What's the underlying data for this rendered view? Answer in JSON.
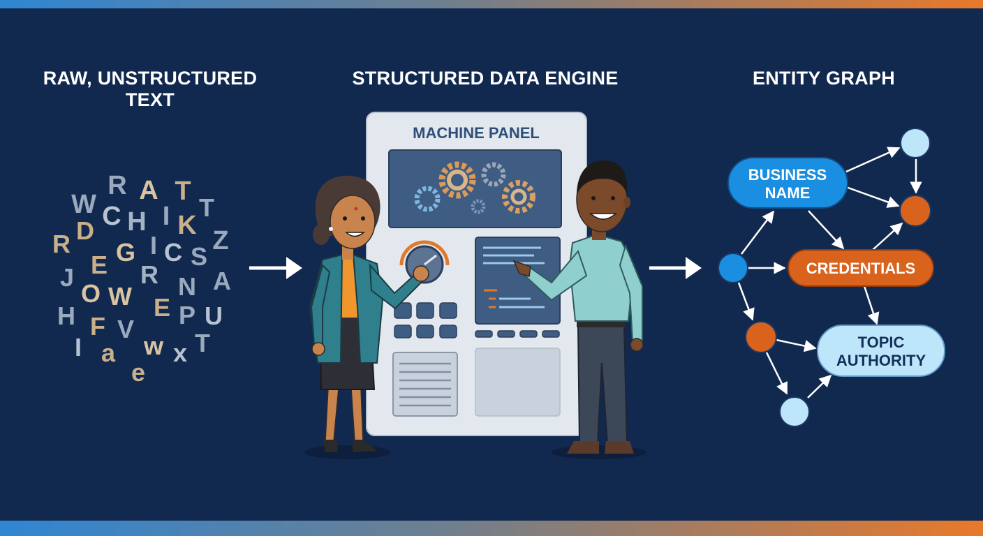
{
  "colors": {
    "background": "#12294f",
    "bar_left": "#3a8fd6",
    "bar_right": "#e8792a",
    "blue_node": "#1a8ee0",
    "orange_node": "#d9621d",
    "light_node": "#bde6fb",
    "panel": "#e3e8ef",
    "screen": "#3f5c82"
  },
  "sections": {
    "raw_text": {
      "heading_line1": "RAW, UNSTRUCTURED",
      "heading_line2": "TEXT",
      "letters": [
        "R",
        "A",
        "T",
        "W",
        "C",
        "H",
        "I",
        "K",
        "T",
        "D",
        "R",
        "E",
        "G",
        "I",
        "C",
        "S",
        "Z",
        "J",
        "O",
        "W",
        "R",
        "N",
        "A",
        "E",
        "P",
        "H",
        "F",
        "V",
        "U",
        "I",
        "a",
        "w",
        "x",
        "T",
        "e"
      ]
    },
    "engine": {
      "heading": "STRUCTURED DATA ENGINE",
      "panel_title": "MACHINE PANEL"
    },
    "graph": {
      "heading": "ENTITY GRAPH",
      "nodes": {
        "business_name_line1": "BUSINESS",
        "business_name_line2": "NAME",
        "credentials": "CREDENTIALS",
        "topic_authority_line1": "TOPIC",
        "topic_authority_line2": "AUTHORITY"
      }
    }
  },
  "icons": [
    "arrow-right-icon",
    "gear-icon",
    "dial-icon"
  ]
}
